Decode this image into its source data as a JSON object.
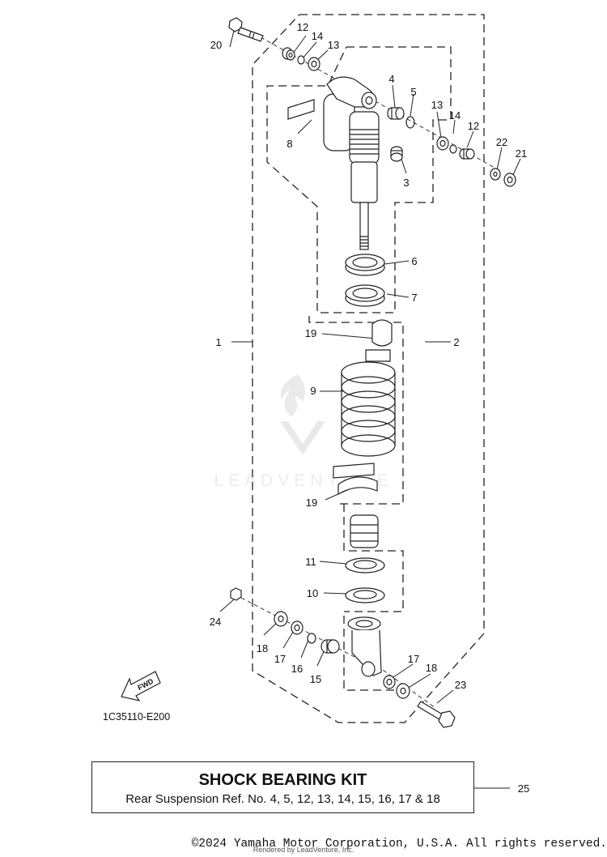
{
  "diagram": {
    "callouts": {
      "c1": "1",
      "c2": "2",
      "c3": "3",
      "c4": "4",
      "c5": "5",
      "c6": "6",
      "c7": "7",
      "c8": "8",
      "c9": "9",
      "c10": "10",
      "c11": "11",
      "c12a": "12",
      "c12b": "12",
      "c13a": "13",
      "c13b": "13",
      "c14a": "14",
      "c14b": "14",
      "c15": "15",
      "c16": "16",
      "c17a": "17",
      "c17b": "17",
      "c18a": "18",
      "c18b": "18",
      "c19a": "19",
      "c19b": "19",
      "c20": "20",
      "c21": "21",
      "c22": "22",
      "c23": "23",
      "c24": "24",
      "c25": "25"
    },
    "fwd_label": "FWD",
    "figure_code": "1C35110-E200",
    "watermark": "LEADVENTURE"
  },
  "kit": {
    "title": "SHOCK BEARING KIT",
    "subtitle": "Rear Suspension Ref. No. 4, 5, 12, 13, 14, 15, 16, 17 & 18"
  },
  "footer": {
    "copyright": "©2024 Yamaha Motor Corporation, U.S.A. All rights reserved.",
    "rendered_by": "Rendered by LeadVenture, Inc."
  }
}
